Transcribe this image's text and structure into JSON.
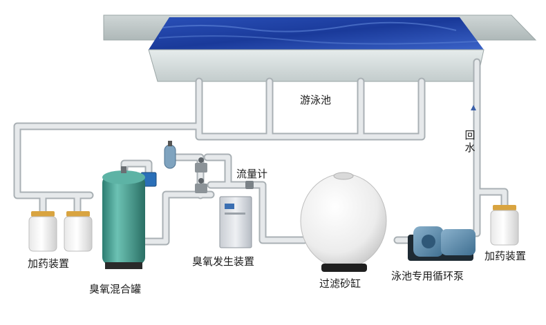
{
  "labels": {
    "pool": "游泳池",
    "return_water": "回水",
    "flow_meter": "流量计",
    "dosing_left": "加药装置",
    "dosing_right": "加药装置",
    "ozone_generator": "臭氧发生装置",
    "ozone_mix_tank": "臭氧混合罐",
    "sand_filter": "过滤砂缸",
    "circulation_pump": "泳池专用循环泵"
  },
  "colors": {
    "pipe": "#d9dde0",
    "pool_water": "#1f3f9a",
    "tank": "#3f9d8f",
    "filter": "#f2f2f2",
    "pump": "#5b89a8"
  }
}
